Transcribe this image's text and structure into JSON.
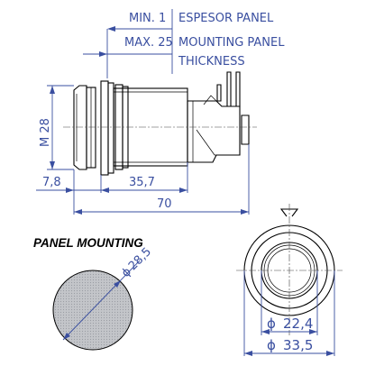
{
  "notes": {
    "min_label": "MIN. 1",
    "max_label": "MAX. 25",
    "espesor": "ESPESOR PANEL",
    "mounting": "MOUNTING PANEL",
    "thickness": "THICKNESS"
  },
  "dimensions": {
    "height": "M 28",
    "front": "7,8",
    "body": "35,7",
    "total": "70",
    "cutout": "28,5",
    "inner": "22,4",
    "outer": "33,5"
  },
  "symbols": {
    "diameter": "ϕ"
  },
  "section": {
    "title": "PANEL MOUNTING"
  },
  "colors": {
    "dimension": "#3a4fa0",
    "outline": "#000000",
    "cutout_fill": "#b9bbbf"
  }
}
